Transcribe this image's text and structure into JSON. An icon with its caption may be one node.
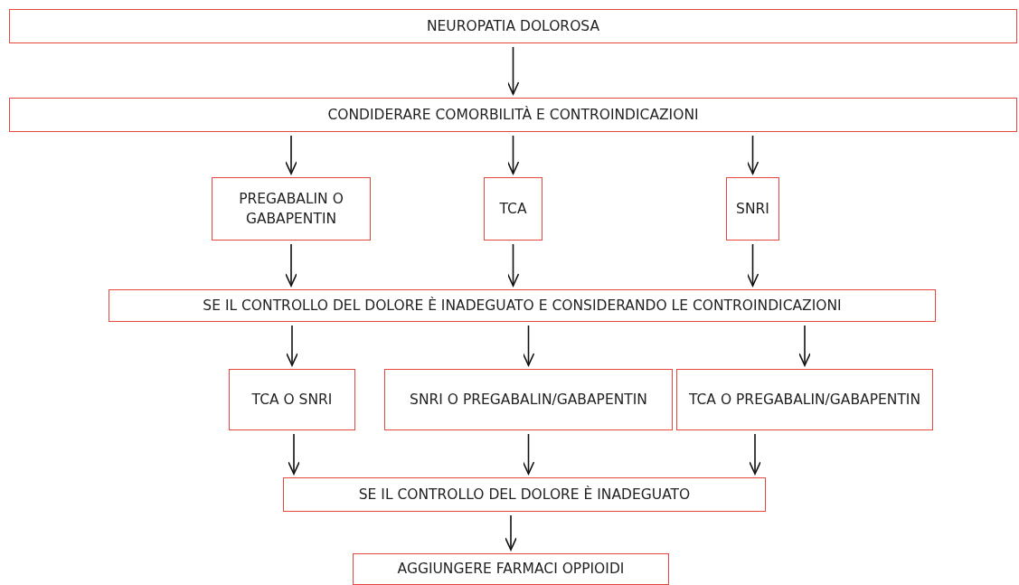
{
  "diagram": {
    "nodes": [
      {
        "text": [
          "NEUROPATIA DOLOROSA"
        ]
      },
      {
        "text": [
          "CONDIDERARE COMORBILITÀ E CONTROINDICAZIONI"
        ]
      },
      {
        "text": [
          "PREGABALIN O GABAPENTIN"
        ]
      },
      {
        "text": [
          "TCA"
        ]
      },
      {
        "text": [
          "SNRI"
        ]
      },
      {
        "text": [
          "SE IL CONTROLLO DEL DOLORE È INADEGUATO E CONSIDERANDO LE CONTROINDICAZIONI"
        ]
      },
      {
        "text": [
          "TCA O SNRI"
        ]
      },
      {
        "text": [
          "SNRI O PREGABALIN/GABAPENTIN"
        ]
      },
      {
        "text": [
          "TCA O PREGABALIN/GABAPENTIN"
        ]
      },
      {
        "text": [
          "SE IL CONTROLLO DEL DOLORE È INADEGUATO"
        ]
      },
      {
        "text": [
          "AGGIUNGERE FARMACI OPPIOIDI"
        ]
      }
    ],
    "edges": [
      {
        "from": 0,
        "to": 1,
        "arrow": "to"
      },
      {
        "from": 1,
        "to": 2,
        "arrow": "to"
      },
      {
        "from": 1,
        "to": 3,
        "arrow": "to"
      },
      {
        "from": 1,
        "to": 4,
        "arrow": "to"
      },
      {
        "from": 2,
        "to": 5,
        "arrow": "to"
      },
      {
        "from": 3,
        "to": 5,
        "arrow": "to"
      },
      {
        "from": 4,
        "to": 5,
        "arrow": "to"
      },
      {
        "from": 5,
        "to": 6,
        "arrow": "to"
      },
      {
        "from": 5,
        "to": 7,
        "arrow": "to"
      },
      {
        "from": 5,
        "to": 8,
        "arrow": "to"
      },
      {
        "from": 6,
        "to": 9,
        "arrow": "to"
      },
      {
        "from": 7,
        "to": 9,
        "arrow": "to"
      },
      {
        "from": 8,
        "to": 9,
        "arrow": "to"
      },
      {
        "from": 9,
        "to": 10,
        "arrow": "to"
      }
    ]
  }
}
